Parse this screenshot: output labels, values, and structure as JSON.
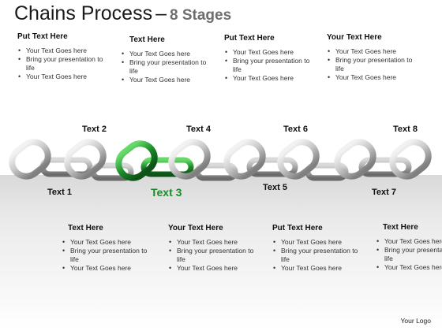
{
  "title": {
    "main": "Chains Process",
    "separator": "–",
    "sub": "8 Stages"
  },
  "top_boxes": [
    {
      "heading": "Put Text Here",
      "bullets": [
        "Your Text Goes here",
        "Bring your presentation to life",
        "Your Text Goes here"
      ]
    },
    {
      "heading": "Text Here",
      "bullets": [
        "Your Text Goes here",
        "Bring your presentation to life",
        "Your Text Goes here"
      ]
    },
    {
      "heading": "Put Text Here",
      "bullets": [
        "Your Text Goes here",
        "Bring your presentation to life",
        "Your Text Goes here"
      ]
    },
    {
      "heading": "Your Text Here",
      "bullets": [
        "Your Text Goes here",
        "Bring your presentation to life",
        "Your Text Goes here"
      ]
    }
  ],
  "bottom_boxes": [
    {
      "heading": "Text Here",
      "bullets": [
        "Your Text Goes here",
        "Bring your presentation to life",
        "Your Text Goes here"
      ]
    },
    {
      "heading": "Your Text Here",
      "bullets": [
        "Your Text Goes here",
        "Bring your presentation to life",
        "Your Text Goes here"
      ]
    },
    {
      "heading": "Put Text Here",
      "bullets": [
        "Your Text Goes here",
        "Bring your presentation to life",
        "Your Text Goes here"
      ]
    },
    {
      "heading": "Text Here",
      "bullets": [
        "Your Text Goes here",
        "Bring your presentation to life",
        "Your Text Goes here"
      ]
    }
  ],
  "stage_labels": [
    "Text 1",
    "Text 2",
    "Text 3",
    "Text 4",
    "Text 5",
    "Text 6",
    "Text 7",
    "Text 8"
  ],
  "highlight_stage": 3,
  "colors": {
    "highlight": "#1c8a2a",
    "link_light": "#f2f2f2",
    "link_dark": "#7f7f7f"
  },
  "footer": {
    "logo": "Your Logo"
  }
}
